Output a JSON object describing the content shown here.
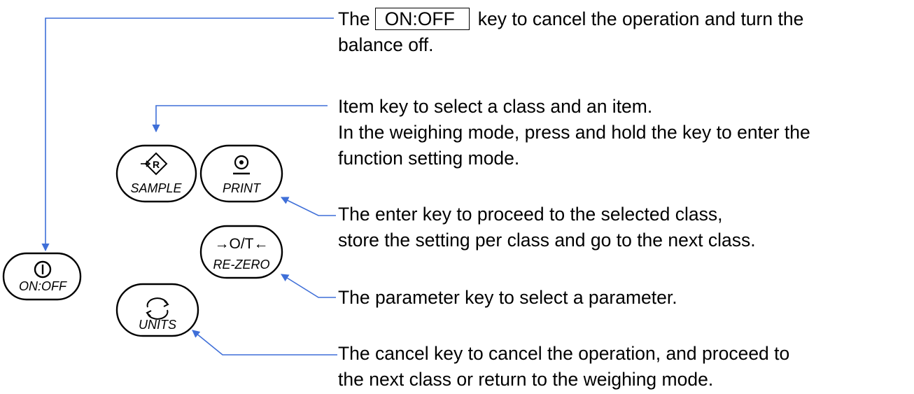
{
  "keys": {
    "on_off": "ON:OFF",
    "sample": "SAMPLE",
    "print": "PRINT",
    "re_zero_top": "→O/T←",
    "re_zero": "RE-ZERO",
    "units": "UNITS",
    "sample_symbol": "R"
  },
  "descriptions": {
    "on_off": {
      "prefix": "The",
      "key": "ON:OFF",
      "suffix": "key to cancel the operation and turn the",
      "line2": "balance off."
    },
    "sample": {
      "lines": [
        "Item key to select a class and an item.",
        "In the weighing mode, press and hold the key to enter the",
        "function setting mode."
      ]
    },
    "print": {
      "lines": [
        "The enter key to proceed to the selected class,",
        "store the setting per class and go to the next class."
      ]
    },
    "re_zero": {
      "lines": [
        "The parameter key to select a parameter."
      ]
    },
    "units": {
      "lines": [
        "The cancel key to cancel the operation, and proceed to",
        "the next class or return to the weighing mode."
      ]
    }
  },
  "colors": {
    "leader_line": "#3f6fd8",
    "key_outline": "#000000"
  }
}
